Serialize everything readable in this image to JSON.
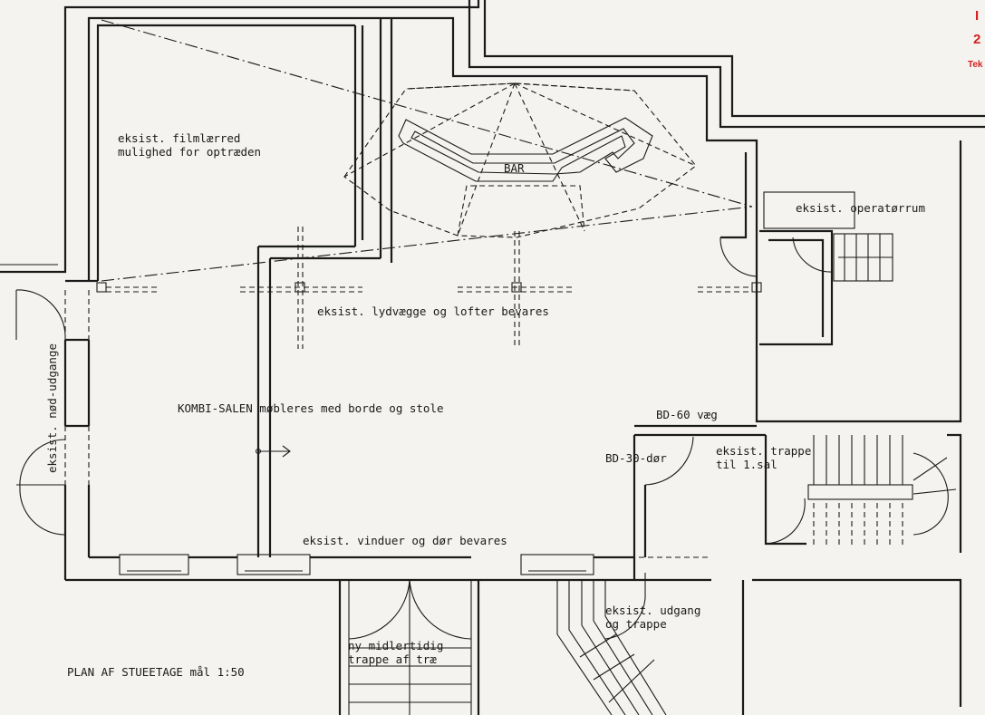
{
  "labels": {
    "screen_line1": "eksist. filmlærred",
    "screen_line2": "mulighed for optræden",
    "bar": "BAR",
    "operator_room": "eksist. operatørrum",
    "sound_walls": "eksist. lydvægge og lofter bevares",
    "emergency_exit": "eksist. nød-udgange",
    "kombi_hall": "KOMBI-SALEN møbleres med borde og stole",
    "bd60": "BD-60 væg",
    "bd30": "BD-30-dør",
    "stair_line1": "eksist. trappe",
    "stair_line2": "til 1.sal",
    "windows": "eksist. vinduer og dør bevares",
    "exit_line1": "eksist. udgang",
    "exit_line2": "og trappe",
    "new_stair_line1": "ny midlertidig",
    "new_stair_line2": "trappe af træ",
    "plan_title": "PLAN AF STUEETAGE  mål 1:50"
  },
  "stamp": {
    "line1": "I",
    "line2": "2",
    "line3": "Tek",
    "color": "#d42020"
  }
}
